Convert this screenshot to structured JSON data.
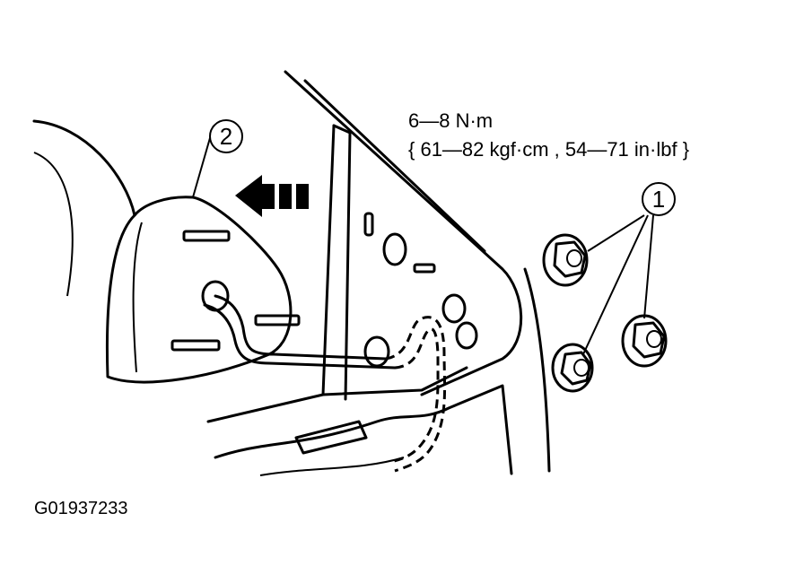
{
  "diagram": {
    "torque_spec_line1": "6—8 N·m",
    "torque_spec_line2": "{ 61—82 kgf·cm , 54—71 in·lbf }",
    "figure_id": "G01937233",
    "callouts": {
      "mirror": "2",
      "nuts": "1"
    }
  }
}
